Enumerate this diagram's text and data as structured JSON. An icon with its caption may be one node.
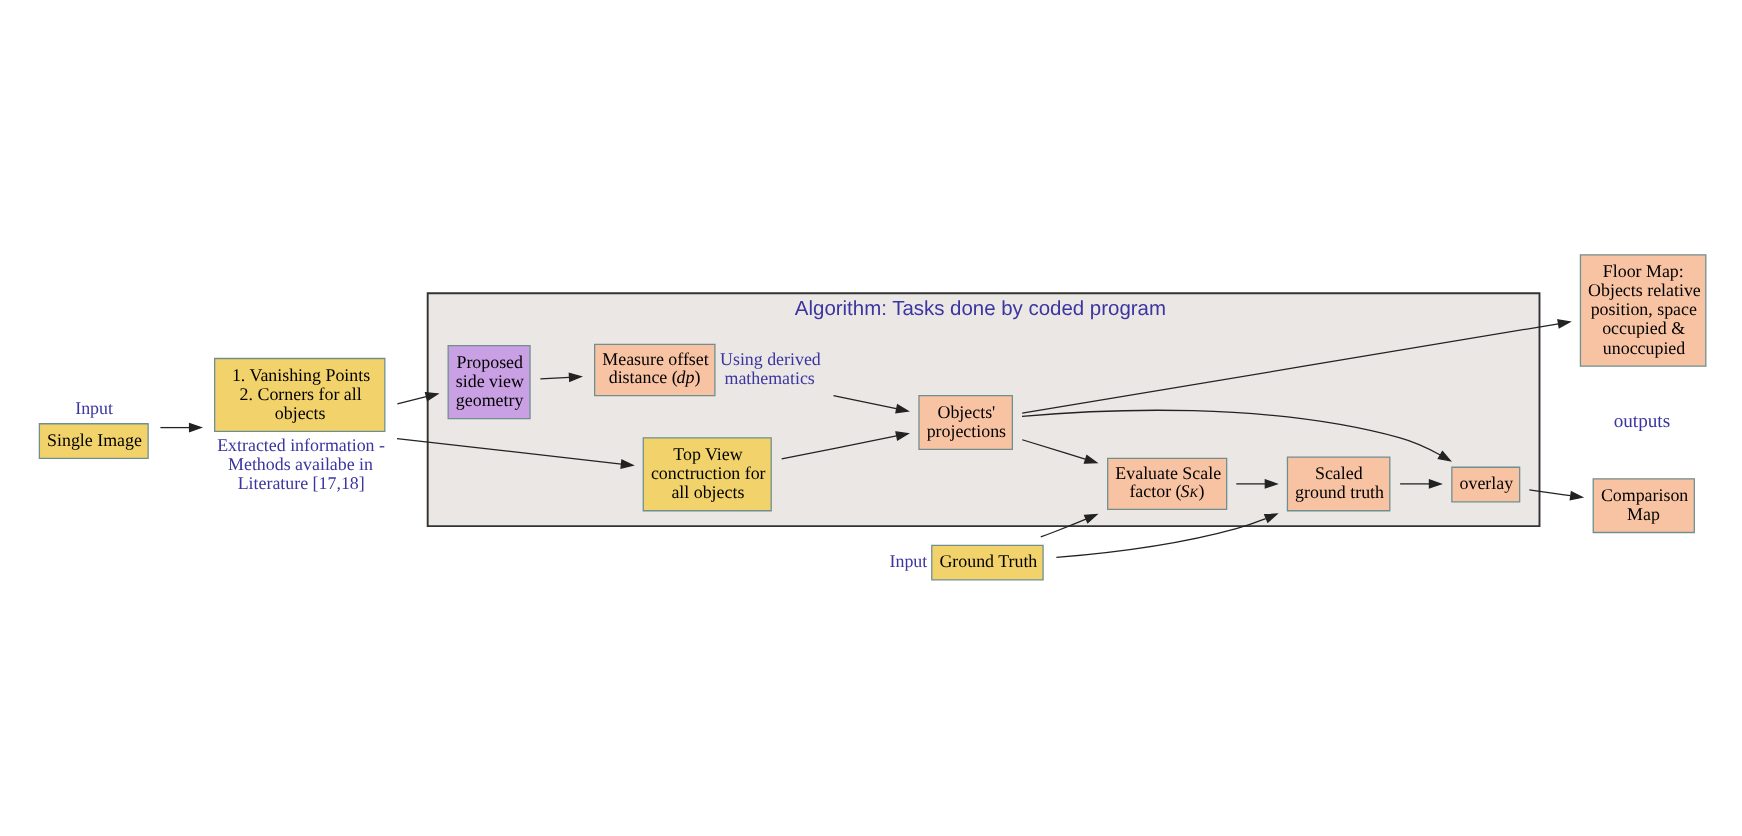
{
  "diagram": {
    "nodes": [
      {
        "text": [
          "Algorithm: Tasks done by coded program"
        ]
      },
      {
        "text": [
          "Single Image"
        ],
        "beside": [
          "Input"
        ]
      },
      {
        "text": [
          "1. Vanishing Points 2. Corners for all objects"
        ],
        "beside": [
          "Extracted information - Methods availabe in Literature [17,18]"
        ]
      },
      {
        "text": [
          "Proposed side view geometry"
        ],
        "in": 0
      },
      {
        "text": [
          "Measure offset distance (*dp*)"
        ],
        "in": 0,
        "beside": [
          "Using derived mathematics"
        ]
      },
      {
        "text": [
          "Top View conctruction for all objects"
        ],
        "in": 0
      },
      {
        "text": [
          "Objects' projections"
        ],
        "in": 0
      },
      {
        "text": [
          "overlay"
        ],
        "in": 0
      },
      {
        "text": [
          "Evaluate Scale factor (*S*$_{K}$)"
        ],
        "in": 0
      },
      {
        "text": [
          "Scaled ground truth"
        ],
        "in": 0
      },
      {
        "text": [
          "Floor Map: Objects relative position, space occupied & unoccupied"
        ]
      },
      {
        "text": [
          "Comparison Map"
        ]
      },
      {
        "text": [
          "Ground Truth"
        ],
        "beside": [
          "Input"
        ]
      }
    ],
    "edges": [
      {
        "from": 1,
        "to": 2,
        "arrow": "to"
      },
      {
        "from": 2,
        "to": 3,
        "arrow": "to"
      },
      {
        "from": 2,
        "to": 5,
        "arrow": "to"
      },
      {
        "from": 3,
        "to": 4,
        "arrow": "to"
      },
      {
        "from": 4,
        "to": 6,
        "arrow": "to"
      },
      {
        "from": 5,
        "to": 6,
        "arrow": "to"
      },
      {
        "from": 6,
        "to": 10,
        "arrow": "to"
      },
      {
        "from": 6,
        "to": 7,
        "arrow": "to"
      },
      {
        "from": 6,
        "to": 8,
        "arrow": "to"
      },
      {
        "from": 8,
        "to": 9,
        "arrow": "to"
      },
      {
        "from": 9,
        "to": 7,
        "arrow": "to"
      },
      {
        "from": 7,
        "to": 11,
        "arrow": "to"
      },
      {
        "from": 12,
        "to": 8,
        "arrow": "to"
      },
      {
        "from": 12,
        "to": 9,
        "arrow": "to"
      }
    ],
    "labels": [
      "outputs"
    ]
  }
}
